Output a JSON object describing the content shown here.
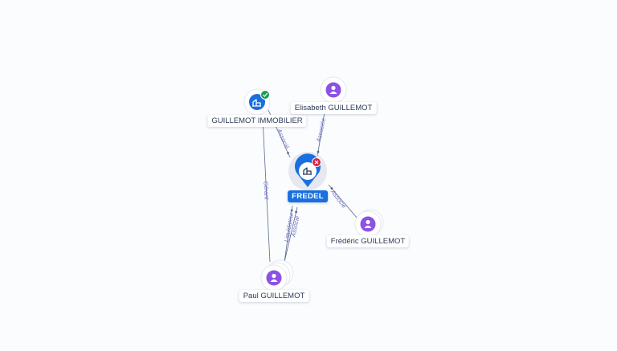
{
  "graph": {
    "nodes": [
      {
        "id": "fredel",
        "label": "FREDEL",
        "kind": "company-main",
        "badge": "closed"
      },
      {
        "id": "gi",
        "label": "GUILLEMOT IMMOBILIER",
        "kind": "company",
        "badge": "active"
      },
      {
        "id": "eg",
        "label": "Elisabeth GUILLEMOT",
        "kind": "person"
      },
      {
        "id": "fg",
        "label": "Frédéric GUILLEMOT",
        "kind": "person"
      },
      {
        "id": "pg",
        "label": "Paul GUILLEMOT",
        "kind": "person"
      }
    ],
    "edges": [
      {
        "from": "gi",
        "to": "fredel",
        "label": "Associé"
      },
      {
        "from": "eg",
        "to": "fredel",
        "label": "Associée"
      },
      {
        "from": "fg",
        "to": "fredel",
        "label": "Associé"
      },
      {
        "from": "pg",
        "to": "fredel",
        "label": "Liquidateur"
      },
      {
        "from": "pg",
        "to": "fredel",
        "label": "Associé"
      },
      {
        "from": "pg",
        "to": "gi",
        "label": "Gérant"
      }
    ]
  },
  "colors": {
    "accent": "#1a6fe0",
    "person": "#8c52e3",
    "active_badge": "#1e9b56",
    "closed_badge": "#d9214a",
    "edge": "#5a6a8c"
  },
  "icons": {
    "person": "person-icon",
    "company": "building-icon",
    "active": "check-icon",
    "closed": "close-icon"
  }
}
